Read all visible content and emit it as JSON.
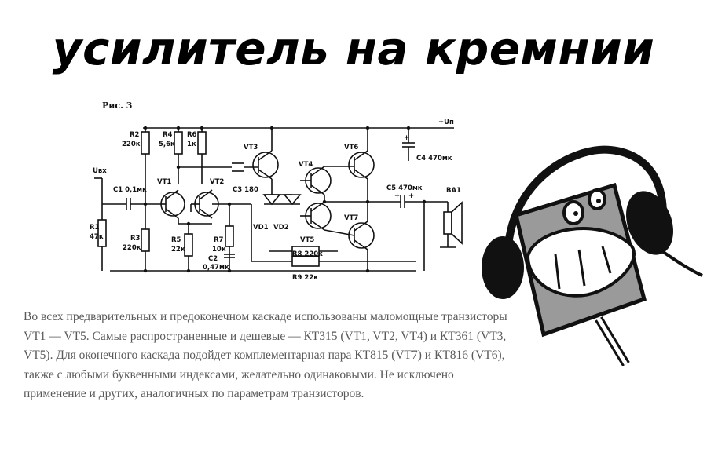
{
  "title": "усилитель на кремнии",
  "figure": {
    "caption": "Рис. 3",
    "labels": {
      "uin": "Uвх",
      "vplus": "+Uп",
      "c1": "C1 0,1мк",
      "r1a": "R1",
      "r1b": "47к",
      "r2a": "R2",
      "r2b": "220к",
      "r3a": "R3",
      "r3b": "220к",
      "r4a": "R4",
      "r4b": "5,6к",
      "r5a": "R5",
      "r5b": "22к",
      "r6a": "R6",
      "r6b": "1к",
      "r7a": "R7",
      "r7b": "10к",
      "c2a": "C2",
      "c2b": "0,47мк",
      "c3": "C3 180",
      "c4": "C4 470мк",
      "c5": "C5 470мк",
      "r8": "R8 220к",
      "r9": "R9 22к",
      "vt1": "VT1",
      "vt2": "VT2",
      "vt3": "VT3",
      "vt4": "VT4",
      "vt5": "VT5",
      "vt6": "VT6",
      "vt7": "VT7",
      "vd1": "VD1",
      "vd2": "VD2",
      "ba1": "BA1",
      "c4plus": "+",
      "c5plus": "+",
      "c5minus": "+"
    }
  },
  "paragraph": "Во всех предварительных и предоконечном каскаде использованы маломощные транзисторы VT1 — VT5. Самые распространенные и дешевые — КТ315 (VT1, VT2, VT4) и КТ361 (VT3, VT5). Для оконечного каскада подойдет комплементарная пара КТ815 (VT7) и КТ816 (VT6), также с любыми буквенными индексами, желательно одинаковыми. Не исключено применение и других, аналогичных по параметрам транзисторов."
}
